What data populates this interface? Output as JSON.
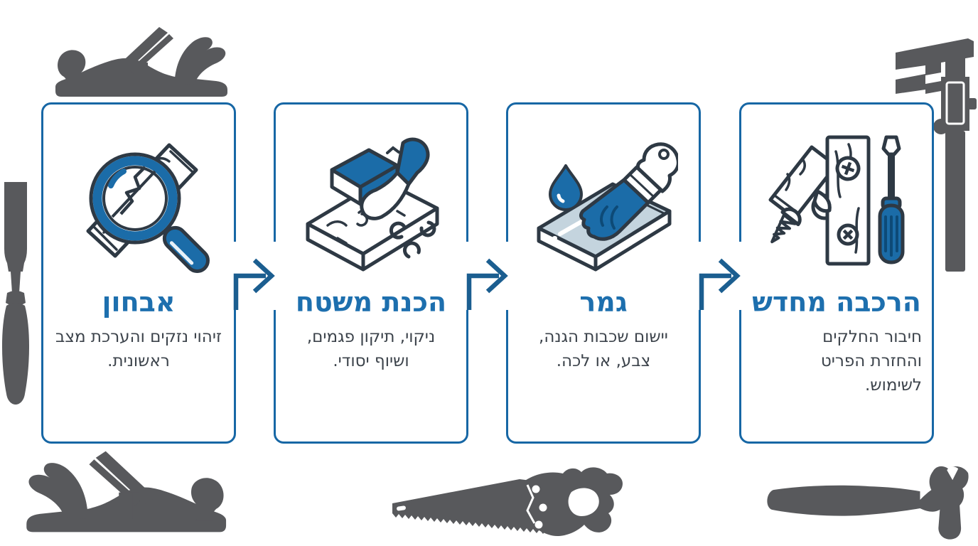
{
  "page": {
    "kind": "process-infographic",
    "language": "Hebrew",
    "direction": "rtl",
    "background": "#ffffff",
    "step_count": 4,
    "flow_arrow_direction": "right"
  },
  "colors": {
    "border_blue": "#1767a5",
    "title_blue": "#1d6fae",
    "arrow_blue": "#1b5e90",
    "accent_blue": "#1b6ca8",
    "outline_dark": "#2e3944",
    "text_dark": "#3c434b",
    "silhouette_gray": "#58595c",
    "light_blue": "#c4d4de"
  },
  "steps": [
    {
      "title": "אבחון",
      "description": "זיהוי נזקים והערכת מצב ראשונית.",
      "icon": "magnifier-over-cracked-wood-icon"
    },
    {
      "title": "הכנת משטח",
      "description": "ניקוי, תיקון פגמים, ושיוף יסודי.",
      "icon": "sanding-block-and-scraper-icon"
    },
    {
      "title": "גמר",
      "description": "יישום שכבות הגנה, צבע, או לכה.",
      "icon": "paintbrush-on-plank-icon"
    },
    {
      "title": "הרכבה מחדש",
      "description": "חיבור החלקים והחזרת הפריט לשימוש.",
      "icon": "screwdriver-screws-assembly-icon"
    }
  ],
  "decorations": [
    "hand-plane-silhouette-top-left",
    "vernier-caliper-silhouette-top-right",
    "chisel-silhouette-left",
    "hand-plane-silhouette-bottom-left",
    "handsaw-silhouette-bottom-center",
    "claw-hammer-silhouette-bottom-right"
  ],
  "arrows": {
    "count": 3,
    "style": "elbow-up-then-right"
  }
}
